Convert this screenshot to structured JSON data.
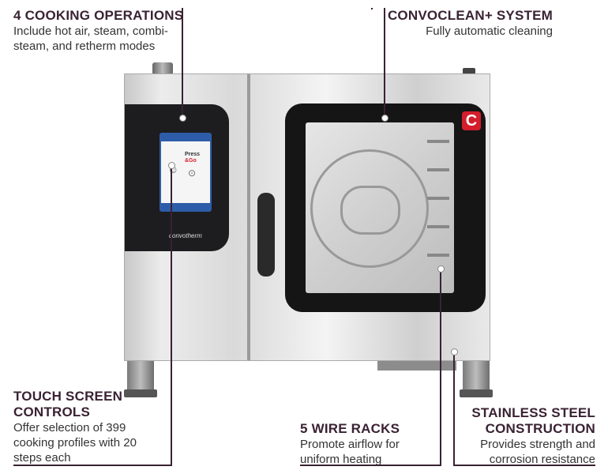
{
  "callouts": {
    "cooking": {
      "title": "4 COOKING OPERATIONS",
      "text": "Include hot air, steam, combi-steam, and retherm modes"
    },
    "convoclean": {
      "title": "CONVOCLEAN+ SYSTEM",
      "text": "Fully automatic cleaning"
    },
    "touch": {
      "title": "TOUCH SCREEN CONTROLS",
      "text": "Offer selection of 399 cooking profiles with 20 steps each"
    },
    "racks": {
      "title": "5 WIRE RACKS",
      "text": "Promote airflow for uniform heating"
    },
    "steel": {
      "title": "STAINLESS STEEL CONSTRUCTION",
      "text": "Provides strength and corrosion resistance"
    }
  },
  "product": {
    "brand_logo": "convotherm",
    "brand_badge": "C",
    "screen_press": "Press",
    "screen_go": "&Go"
  },
  "colors": {
    "heading": "#3a2233",
    "brand_red": "#d41e2c",
    "screen_blue": "#2d5da8"
  }
}
